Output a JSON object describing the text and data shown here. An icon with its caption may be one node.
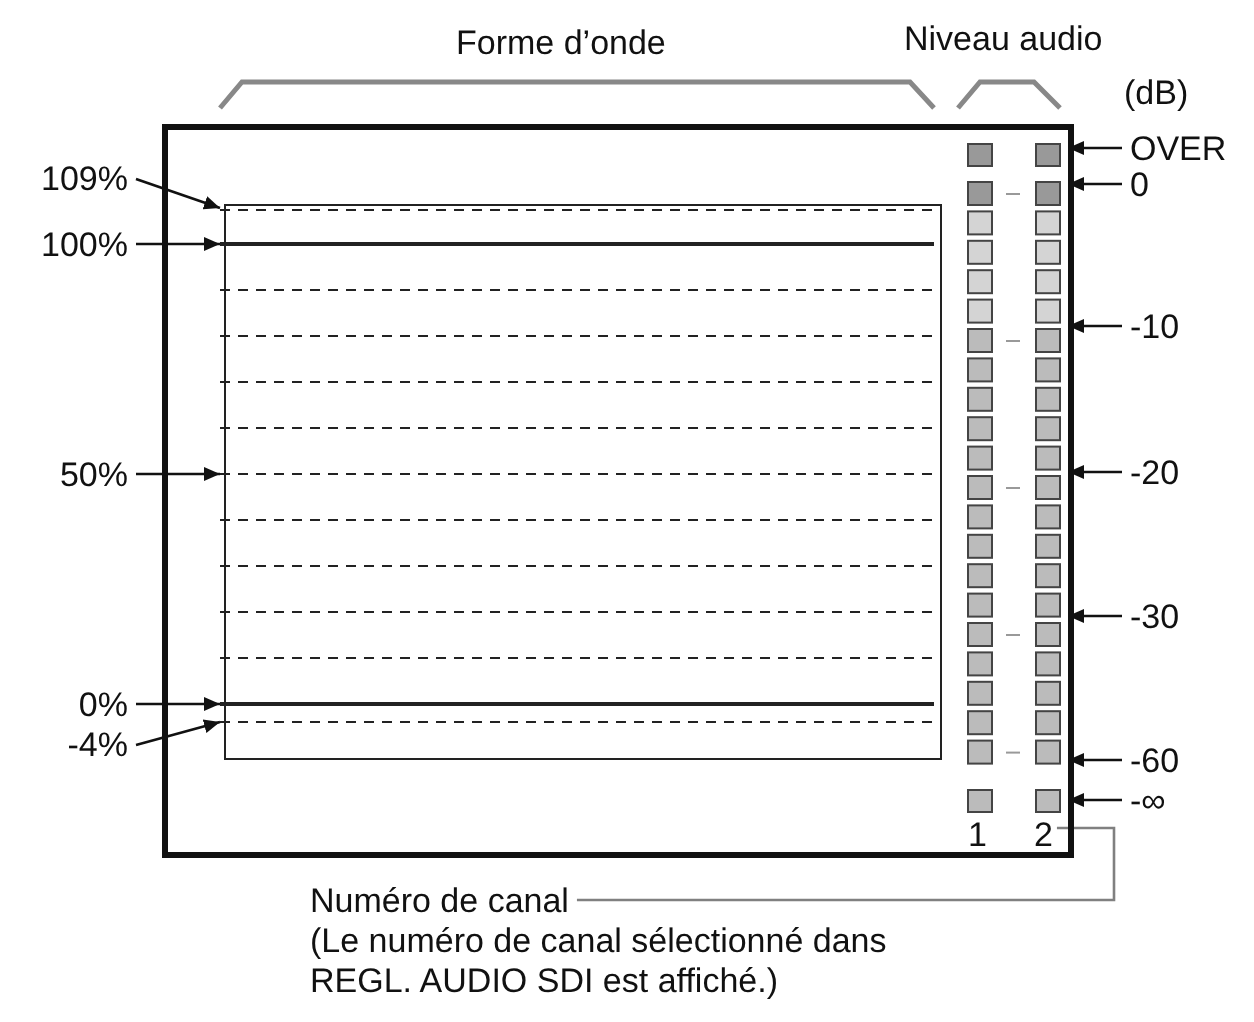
{
  "diagram": {
    "nodes": [
      {
        "text": [],
        "shape": "box"
      },
      {
        "text": [],
        "shape": "box",
        "in": 0
      },
      {
        "text": [
          "109%"
        ]
      },
      {
        "text": [
          "100%"
        ]
      },
      {
        "text": [
          "50%"
        ]
      },
      {
        "text": [
          "0%"
        ]
      },
      {
        "text": [
          "-4%"
        ]
      },
      {
        "text": [
          "OVER"
        ]
      },
      {
        "text": [
          "0"
        ]
      },
      {
        "text": [
          "-10"
        ]
      },
      {
        "text": [
          "-20"
        ]
      },
      {
        "text": [
          "-30"
        ]
      },
      {
        "text": [
          "-60"
        ]
      },
      {
        "text": [
          "-∞"
        ]
      },
      {
        "text": [
          "1"
        ],
        "in": 0
      },
      {
        "text": [
          "2"
        ],
        "in": 0
      },
      {
        "text": [
          "Numéro de canal",
          "(Le numéro de canal sélectionné dans REGL. AUDIO SDI est affiché.)"
        ]
      },
      {
        "text": [],
        "shape": "bar",
        "in": 0
      }
    ],
    "edges": [
      {
        "from": 2,
        "to": 1,
        "arrow": "to"
      },
      {
        "from": 3,
        "to": 1,
        "arrow": "to"
      },
      {
        "from": 4,
        "to": 1,
        "arrow": "to"
      },
      {
        "from": 5,
        "to": 1,
        "arrow": "to"
      },
      {
        "from": 6,
        "to": 1,
        "arrow": "to"
      },
      {
        "from": 7,
        "to": 17,
        "arrow": "to"
      },
      {
        "from": 8,
        "to": 17,
        "arrow": "to"
      },
      {
        "from": 9,
        "to": 17,
        "arrow": "to"
      },
      {
        "from": 10,
        "to": 17,
        "arrow": "to"
      },
      {
        "from": 11,
        "to": 17,
        "arrow": "to"
      },
      {
        "from": 12,
        "to": 17,
        "arrow": "to"
      },
      {
        "from": 13,
        "to": 17,
        "arrow": "to"
      },
      {
        "from": 16,
        "to": 15,
        "arrow": "none",
        "color": "#808080"
      }
    ],
    "labels": [
      "Forme d’onde",
      "Niveau audio",
      "(dB)"
    ]
  }
}
